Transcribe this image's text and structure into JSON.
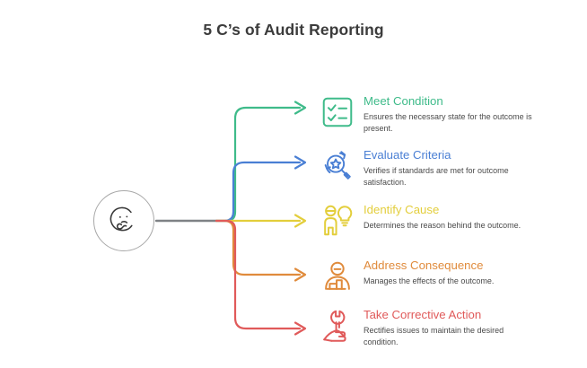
{
  "title": "5 C’s of Audit Reporting",
  "center": {
    "icon": "thinking-face-icon",
    "label": ""
  },
  "colors": {
    "title": "#3c3c3c",
    "body_text": "#4a4a4a",
    "stem": "#7f8285",
    "center_ring": "#a8a8a8",
    "background": "#ffffff"
  },
  "branches": [
    {
      "heading": "Meet Condition",
      "description": "Ensures the necessary state for the outcome is present.",
      "color": "#3fbb8a",
      "icon": "checklist-icon"
    },
    {
      "heading": "Evaluate Criteria",
      "description": "Verifies if standards are met for outcome satisfaction.",
      "color": "#4a7fd4",
      "icon": "magnifier-star-icon"
    },
    {
      "heading": "Identify Cause",
      "description": "Determines the reason behind the outcome.",
      "color": "#e3ce3c",
      "icon": "person-lightbulb-icon"
    },
    {
      "heading": "Address Consequence",
      "description": "Manages the effects of the outcome.",
      "color": "#e08b3c",
      "icon": "person-blocks-icon"
    },
    {
      "heading": "Take Corrective Action",
      "description": "Rectifies issues to maintain the desired condition.",
      "color": "#e05a5a",
      "icon": "hand-wrench-icon"
    }
  ]
}
